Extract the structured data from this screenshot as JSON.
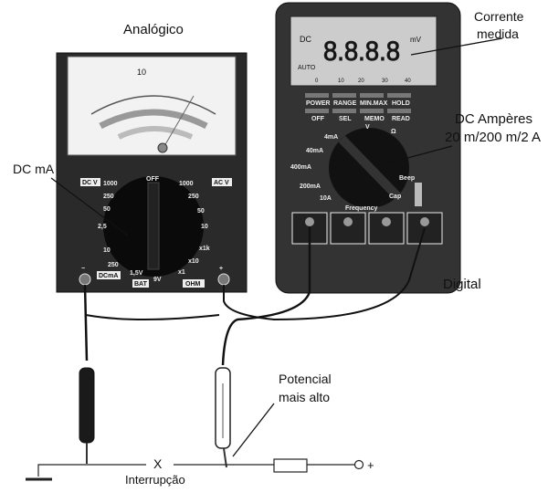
{
  "labels": {
    "analog": "Analógico",
    "dc_ma": "DC mA",
    "current_measured_1": "Corrente",
    "current_measured_2": "medida",
    "dc_amperes_1": "DC Ampères",
    "dc_amperes_2": "20 m/200 m/2 A",
    "digital": "Digital",
    "higher_potential_1": "Potencial",
    "higher_potential_2": "mais alto",
    "break_mark": "X",
    "break_label": "Interrupção",
    "plus": "+"
  },
  "analog_meter": {
    "scale_value": "10",
    "off": "OFF",
    "dcv": "DC V",
    "acv": "AC V",
    "dcv_ranges": [
      "1000",
      "250",
      "50",
      "2,5"
    ],
    "acv_ranges": [
      "1000",
      "250",
      "50",
      "10"
    ],
    "dcma_ranges": [
      "10",
      "250"
    ],
    "dcma": "DCmA",
    "bat_ranges": [
      "1,5V",
      "9V"
    ],
    "bat": "BAT",
    "ohm_ranges": [
      "x1k",
      "x10",
      "x1"
    ],
    "ohm": "OHM",
    "minus": "−",
    "plus": "+"
  },
  "digital_meter": {
    "lcd_dc": "DC",
    "lcd_digits": "8.8.8.8",
    "lcd_unit": "mV",
    "lcd_auto": "AUTO",
    "lcd_scale": [
      "0",
      "10",
      "20",
      "30",
      "40"
    ],
    "buttons_top": [
      "POWER",
      "RANGE",
      "MIN.MAX",
      "HOLD"
    ],
    "buttons_bottom": [
      "OFF",
      "SEL",
      "MEMO",
      "READ"
    ],
    "dial": [
      "4mA",
      "40mA",
      "400mA",
      "200mA",
      "10A",
      "Frequency",
      "Cap",
      "Beep",
      "Ω",
      "V"
    ]
  }
}
